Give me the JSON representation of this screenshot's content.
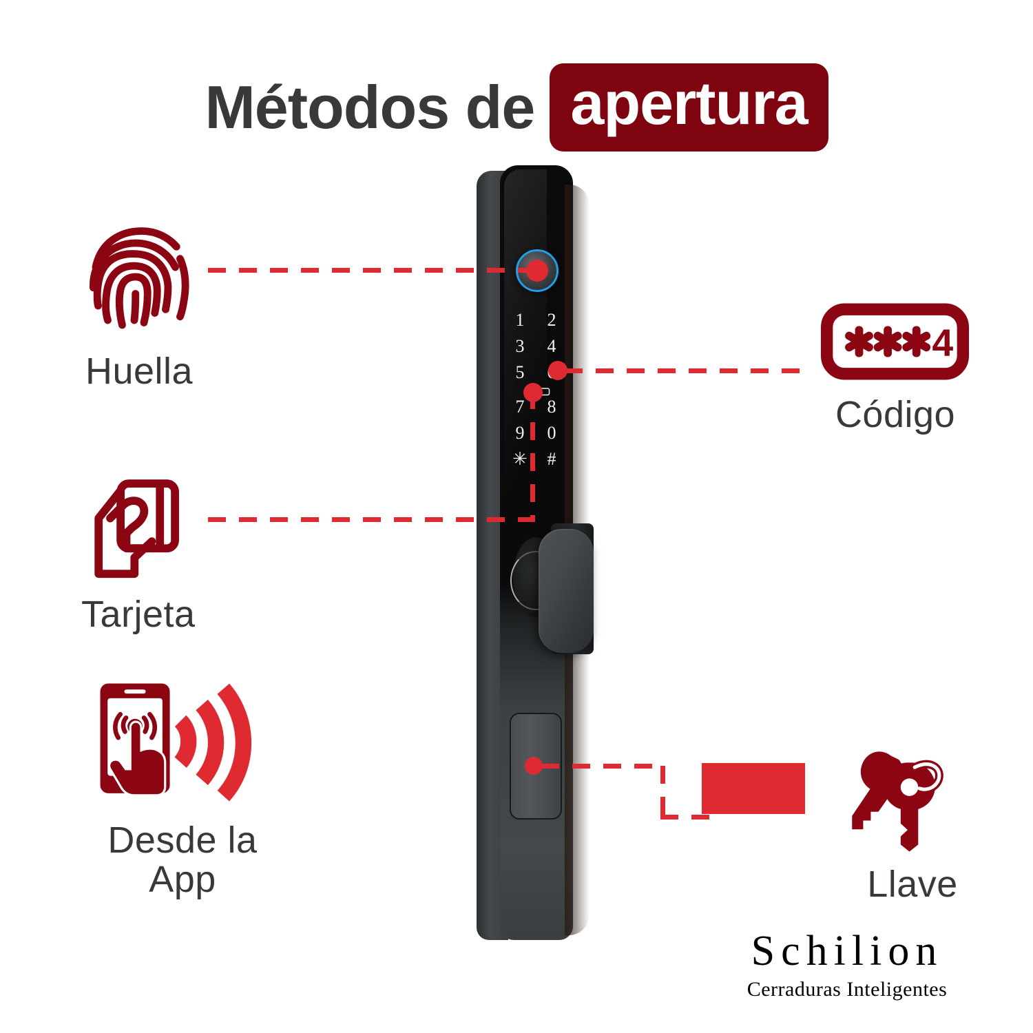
{
  "header": {
    "title_plain": "Métodos de",
    "title_highlight": "apertura"
  },
  "colors": {
    "dark_red": "#7E0510",
    "bright_red": "#E02A32",
    "text_gray": "#37393B",
    "sensor_blue": "#1E9FE8"
  },
  "methods": [
    {
      "id": "huella",
      "label": "Huella",
      "icon": "fingerprint-icon",
      "side": "left"
    },
    {
      "id": "tarjeta",
      "label": "Tarjeta",
      "icon": "hand-card-icon",
      "side": "left"
    },
    {
      "id": "app",
      "label": "Desde la\nApp",
      "icon": "phone-wireless-icon",
      "side": "left"
    },
    {
      "id": "codigo",
      "label": "Código",
      "icon": "pin-code-icon",
      "icon_text": "✱✱✱4",
      "side": "right"
    },
    {
      "id": "llave",
      "label": "Llave",
      "icon": "keys-icon",
      "side": "right"
    }
  ],
  "device": {
    "name": "smart-door-lock",
    "keypad_rows": [
      [
        "1",
        "2"
      ],
      [
        "3",
        "4"
      ],
      [
        "5",
        "6"
      ],
      [
        "7",
        "8"
      ],
      [
        "9",
        "0"
      ],
      [
        "✳",
        "#"
      ]
    ],
    "rfid_icon": "rfid-card-icon",
    "fingerprint_sensor": "fingerprint-sensor",
    "knob": "thumb-turn-knob",
    "keyhole_cover": "keyhole-cover"
  },
  "brand": {
    "name": "Schilion",
    "tagline": "Cerraduras Inteligentes"
  }
}
